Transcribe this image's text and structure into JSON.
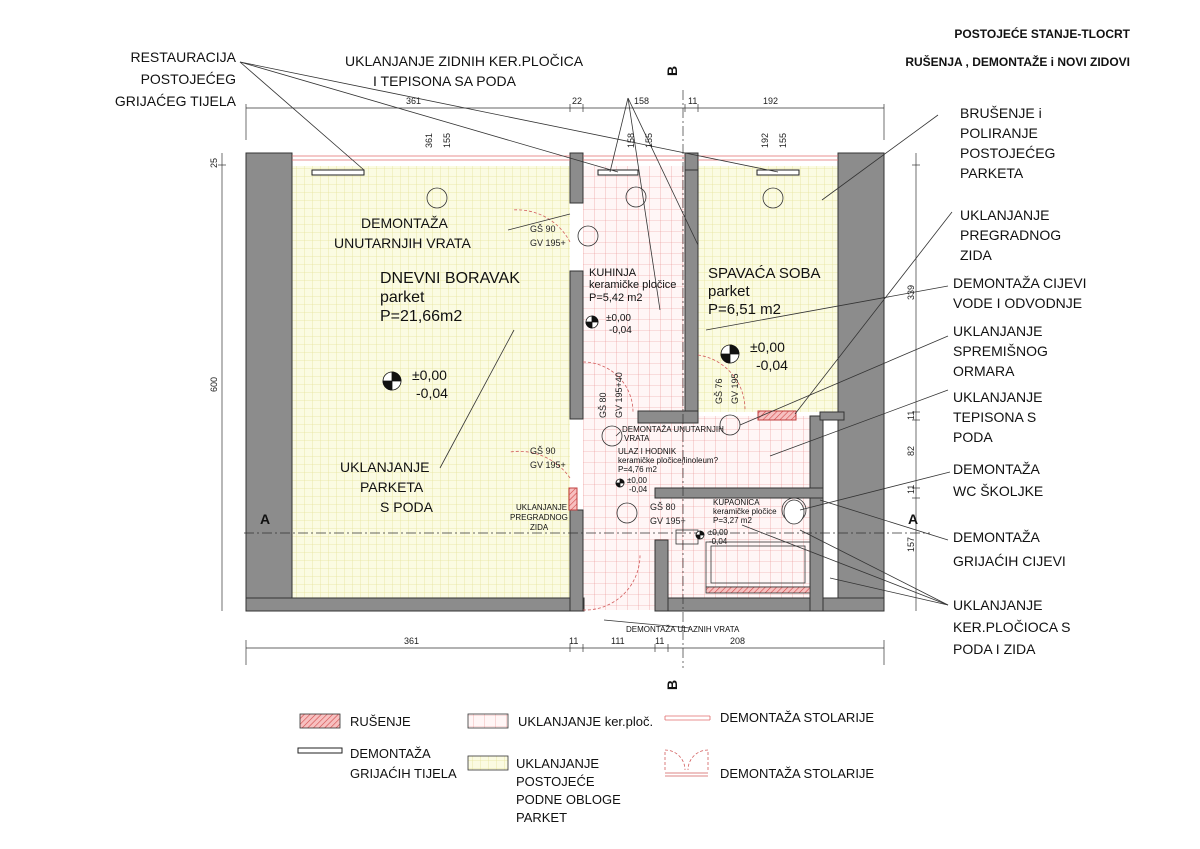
{
  "title": {
    "line1": "POSTOJEĆE STANJE-TLOCRT",
    "line2": "RUŠENJA , DEMONTAŽE i NOVI ZIDOVI"
  },
  "section_marks": {
    "a": "A",
    "b": "B"
  },
  "dimensions": {
    "top": [
      "361",
      "22",
      "158",
      "11",
      "192"
    ],
    "top_inner": [
      "361",
      "155",
      "158",
      "155",
      "192",
      "155"
    ],
    "bottom": [
      "361",
      "11",
      "111",
      "11",
      "208"
    ],
    "left": [
      "25",
      "600"
    ],
    "right": [
      "339",
      "11",
      "82",
      "11",
      "157"
    ]
  },
  "rooms": {
    "living": {
      "name": "DNEVNI BORAVAK",
      "floor": "parket",
      "area": "P=21,66m2",
      "level_top": "±0,00",
      "level_bottom": "-0,04"
    },
    "kitchen": {
      "name": "KUHINJA",
      "floor": "keramičke pločice",
      "area": "P=5,42 m2",
      "level_top": "±0,00",
      "level_bottom": "-0,04"
    },
    "bedroom": {
      "name": "SPAVAĆA SOBA",
      "floor": "parket",
      "area": "P=6,51 m2",
      "level_top": "±0,00",
      "level_bottom": "-0,04"
    },
    "hall": {
      "name": "ULAZ I HODNIK",
      "floor": "keramičke pločice/linoleum?",
      "area": "P=4,76 m2",
      "level_top": "±0,00",
      "level_bottom": "-0,04"
    },
    "bath": {
      "name": "KUPAONICA",
      "floor": "keramičke pločice",
      "area": "P=3,27 m2",
      "level_top": "±0,00",
      "level_bottom": "-0,04"
    }
  },
  "doors": {
    "d1a": "GŠ 90",
    "d1b": "GV 195+",
    "d2a": "GŠ 80",
    "d2b": "GV 195+40",
    "d3a": "GŠ 76",
    "d3b": "GV 195",
    "d4a": "GŠ 90",
    "d4b": "GV 195+",
    "d5a": "GŠ 80",
    "d5b": "GV 195+"
  },
  "annotations": {
    "restauracija": [
      "RESTAURACIJA",
      "POSTOJEĆEG",
      "GRIJAĆEG TIJELA"
    ],
    "uklanjanje_zidnih": [
      "UKLANJANJE ZIDNIH KER.PLOČICA",
      "I TEPISONA SA PODA"
    ],
    "brusenje": [
      "BRUŠENJE i",
      "POLIRANJE",
      "POSTOJEĆEG",
      "PARKETA"
    ],
    "pregradnog": [
      "UKLANJANJE",
      "PREGRADNOG",
      "ZIDA"
    ],
    "cijevi_vode": [
      "DEMONTAŽA CIJEVI",
      "VODE I ODVODNJE"
    ],
    "spremisnog": [
      "UKLANJANJE",
      "SPREMIŠNOG",
      "ORMARA"
    ],
    "tepisona": [
      "UKLANJANJE",
      "TEPISONA S",
      "PODA"
    ],
    "wc": [
      "DEMONTAŽA",
      "WC ŠKOLJKE"
    ],
    "grijacih_cijevi": [
      "DEMONTAŽA",
      "GRIJAĆIH CIJEVI"
    ],
    "ker_plocica": [
      "UKLANJANJE",
      "KER.PLOČIOCA S",
      "PODA I ZIDA"
    ],
    "unutarnjih_vrata": [
      "DEMONTAŽA",
      "UNUTARNJIH VRATA"
    ],
    "parketa": [
      "UKLANJANJE",
      "PARKETA",
      "S PODA"
    ],
    "small_vrata": [
      "DEMONTAŽA UNUTARNJIH",
      "VRATA"
    ],
    "small_pregradnog": [
      "UKLANJANJE",
      "PREGRADNOG",
      "ZIDA"
    ],
    "ulaznih_vrata": "DEMONTAŽA ULAZNIH VRATA"
  },
  "legend": {
    "rusenje": "RUŠENJE",
    "ker": "UKLANJANJE  ker.ploč.",
    "stolarija1": "DEMONTAŽA STOLARIJE",
    "grijaca": [
      "DEMONTAŽA",
      "GRIJAĆIH TIJELA"
    ],
    "parket": [
      "UKLANJANJE",
      "POSTOJEĆE",
      "PODNE OBLOGE",
      " PARKET"
    ],
    "stolarija2": "DEMONTAŽA STOLARIJE"
  },
  "colors": {
    "wall": "#8c8c8c",
    "parquet_fill": "#fbfbe2",
    "parquet_grid": "#e6e29a",
    "tile_grid": "#e88c8c",
    "demolition": "#e06b6b"
  }
}
